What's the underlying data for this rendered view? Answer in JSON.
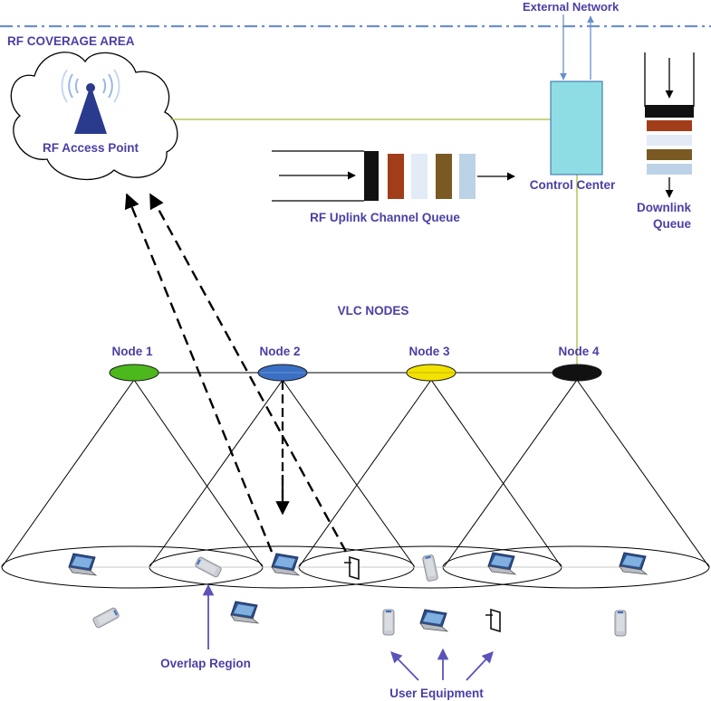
{
  "labels": {
    "rf_coverage_area": "RF COVERAGE AREA",
    "external_network": "External Network",
    "rf_access_point": "RF Access Point",
    "control_center": "Control Center",
    "uplink_queue": "RF Uplink Channel Queue",
    "downlink_queue_line1": "Downlink",
    "downlink_queue_line2": "Queue",
    "vlc_nodes": "VLC NODES",
    "overlap_region": "Overlap Region",
    "user_equipment": "User Equipment"
  },
  "nodes": [
    {
      "label": "Node 1",
      "color": "#4cb81c"
    },
    {
      "label": "Node 2",
      "color": "#3a6fc4"
    },
    {
      "label": "Node 3",
      "color": "#f2e200"
    },
    {
      "label": "Node 4",
      "color": "#111111"
    }
  ],
  "queue_colors": [
    "#111111",
    "#a23d1a",
    "#e2ebf6",
    "#7a5a22",
    "#bcd2e6"
  ],
  "colors": {
    "label": "#4a3fa5",
    "link_green": "#a6bd3e",
    "network_blue": "#6a8fd0",
    "control_center_fill": "#8fdde4"
  },
  "icons": [
    "tower-icon",
    "laptop-icon",
    "phone-icon",
    "tablet-icon"
  ]
}
